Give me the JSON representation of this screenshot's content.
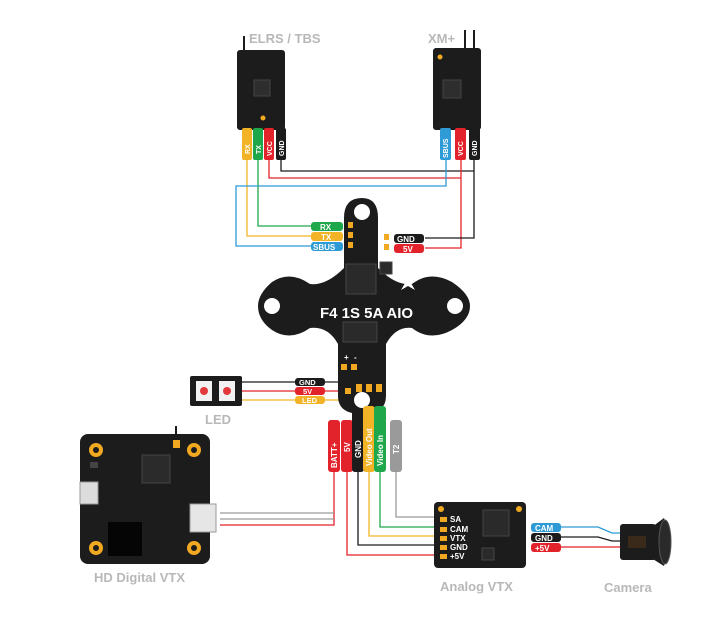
{
  "receivers": {
    "elrs": {
      "title": "ELRS / TBS",
      "pins": [
        "RX",
        "TX",
        "VCC",
        "GND"
      ]
    },
    "xm": {
      "title": "XM+",
      "pins": [
        "SBUS",
        "VCC",
        "GND"
      ]
    }
  },
  "fc": {
    "name": "F4 1S 5A AIO",
    "left_pads": [
      "RX",
      "TX",
      "SBUS"
    ],
    "right_pads": [
      "GND",
      "5V"
    ],
    "polarity_plus": "+",
    "polarity_minus": "-",
    "bottom_wires": [
      "BATT+",
      "5V",
      "GND",
      "Video Out",
      "Video In",
      "T2"
    ]
  },
  "led": {
    "caption": "LED",
    "pads": [
      "GND",
      "5V",
      "LED"
    ]
  },
  "hd_vtx": {
    "caption": "HD Digital VTX"
  },
  "analog_vtx": {
    "caption": "Analog VTX",
    "pins": [
      "SA",
      "CAM",
      "VTX",
      "GND",
      "+5V"
    ]
  },
  "camera": {
    "caption": "Camera",
    "pads": [
      "CAM",
      "GND",
      "+5V"
    ]
  },
  "colors": {
    "board": "#1c1c1c",
    "pad_gold": "#f2a922",
    "wire_red": "#e2232b",
    "wire_green": "#1fa84b",
    "wire_yellow": "#f3b326",
    "wire_blue": "#2f9bd6",
    "wire_black": "#1c1c1c",
    "wire_gray": "#9a9a9a",
    "caption_gray": "#b8b8b8"
  }
}
